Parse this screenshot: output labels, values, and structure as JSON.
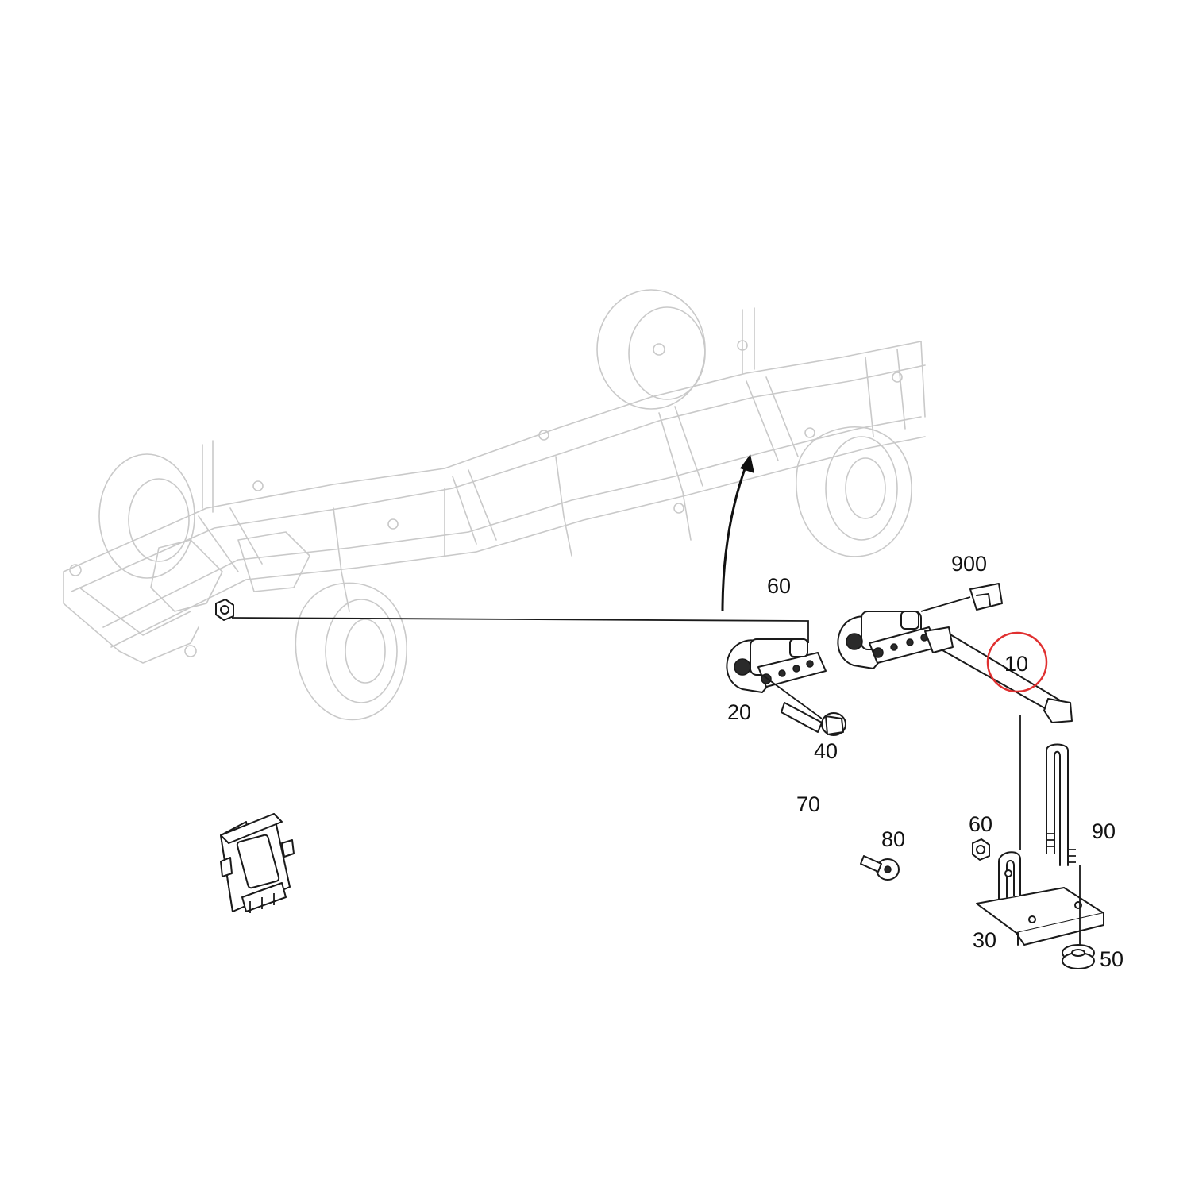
{
  "callouts": {
    "c900": "900",
    "c60_top": "60",
    "c10": "10",
    "c20": "20",
    "c40": "40",
    "c70": "70",
    "c80": "80",
    "c60_bottom": "60",
    "c90": "90",
    "c30": "30",
    "c50": "50"
  },
  "colors": {
    "highlight_circle": "#e03030",
    "ghost_outline": "#c9c9c9",
    "part_outline": "#1a1a1a"
  },
  "highlighted_part": "10"
}
